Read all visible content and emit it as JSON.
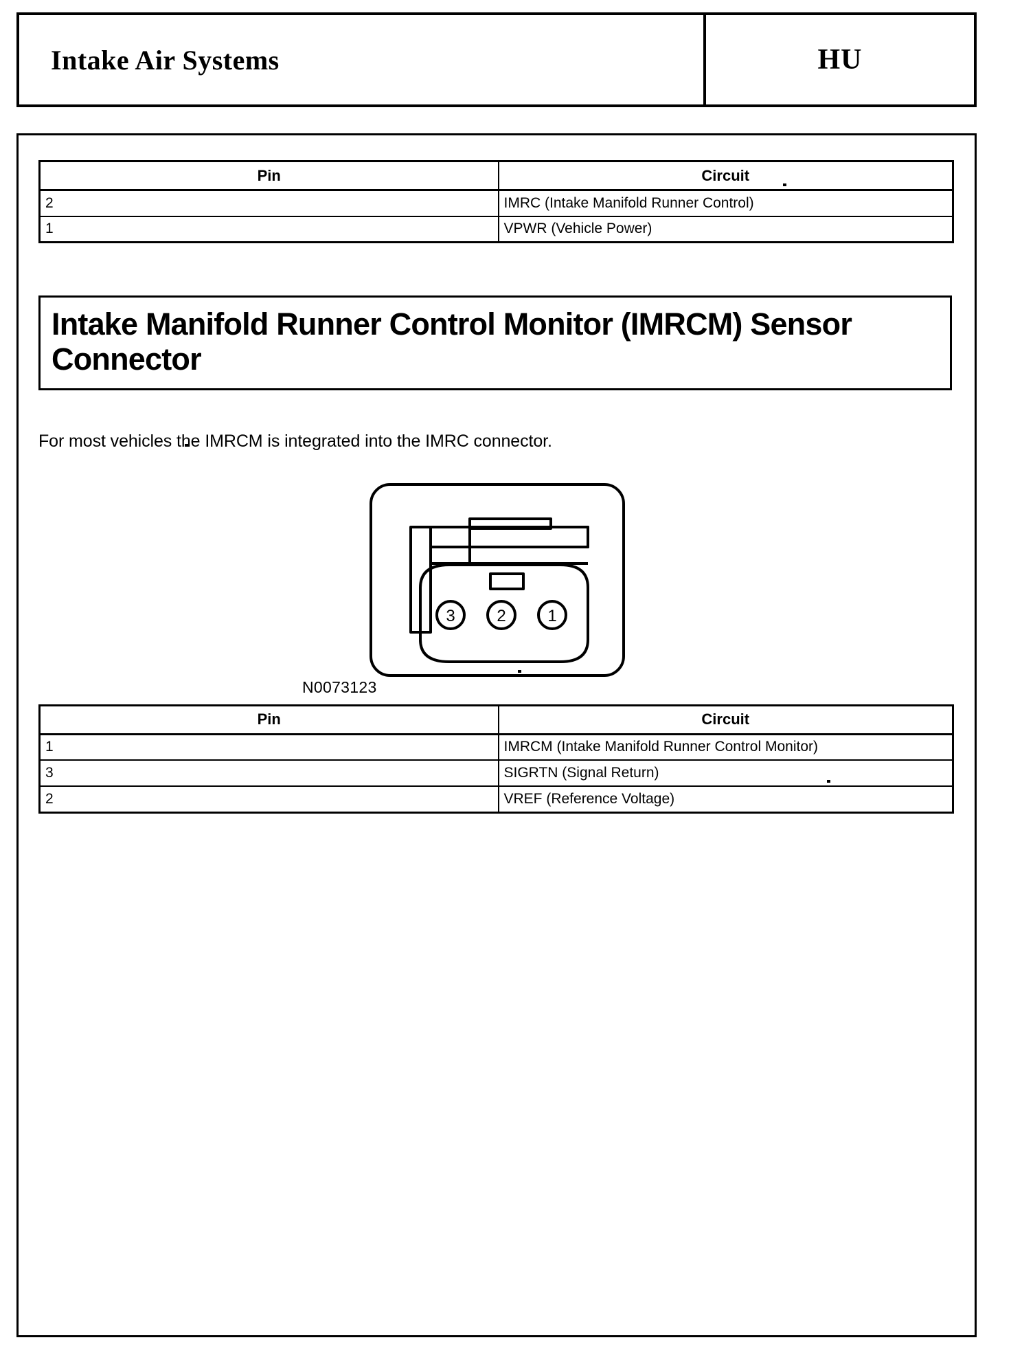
{
  "header": {
    "title": "Intake Air Systems",
    "code": "HU"
  },
  "imrc_table": {
    "columns": [
      "Pin",
      "Circuit"
    ],
    "rows": [
      {
        "pin": "2",
        "circuit": "IMRC (Intake Manifold Runner Control)"
      },
      {
        "pin": "1",
        "circuit": "VPWR (Vehicle Power)"
      }
    ]
  },
  "section": {
    "heading": "Intake Manifold Runner Control Monitor (IMRCM) Sensor Connector",
    "note": "For most vehicles the IMRCM is integrated into the IMRC connector."
  },
  "figure": {
    "caption": "N0073123",
    "pin_labels": [
      "3",
      "2",
      "1"
    ]
  },
  "imrcm_table": {
    "columns": [
      "Pin",
      "Circuit"
    ],
    "rows": [
      {
        "pin": "1",
        "circuit": "IMRCM (Intake Manifold Runner Control Monitor)"
      },
      {
        "pin": "3",
        "circuit": "SIGRTN (Signal Return)"
      },
      {
        "pin": "2",
        "circuit": "VREF (Reference Voltage)"
      }
    ]
  }
}
